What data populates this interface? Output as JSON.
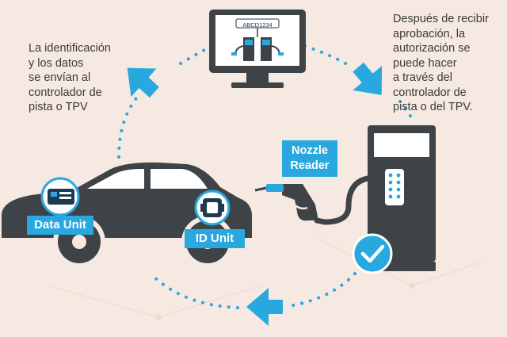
{
  "text_left": "La identificación\ny los datos\nse envían al\ncontrolador de\npista o TPV",
  "text_right": "Después de recibir\naprobación, la\nautorización se\npuede hacer\na través del\ncontrolador de\npista o del TPV.",
  "labels": {
    "data_unit": "Data Unit",
    "id_unit": "ID Unit",
    "nozzle_reader": "Nozzle\nReader"
  },
  "monitor": {
    "plate": "ABCD1234"
  },
  "colors": {
    "background": "#f6e9e1",
    "accent_blue": "#29a8e0",
    "dark": "#3e4348",
    "text": "#3a3a3a"
  }
}
